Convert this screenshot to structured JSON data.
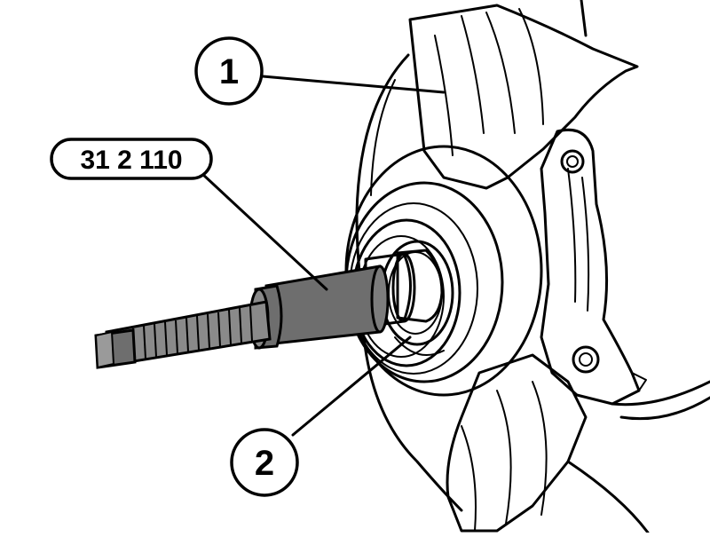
{
  "callouts": {
    "part_1": "1",
    "part_2": "2",
    "tool_number": "31 2 110"
  },
  "colors": {
    "ink": "#000000",
    "tool_fill": "#6e6e6e",
    "tool_thread": "#8a8a8a",
    "paper": "#ffffff"
  }
}
